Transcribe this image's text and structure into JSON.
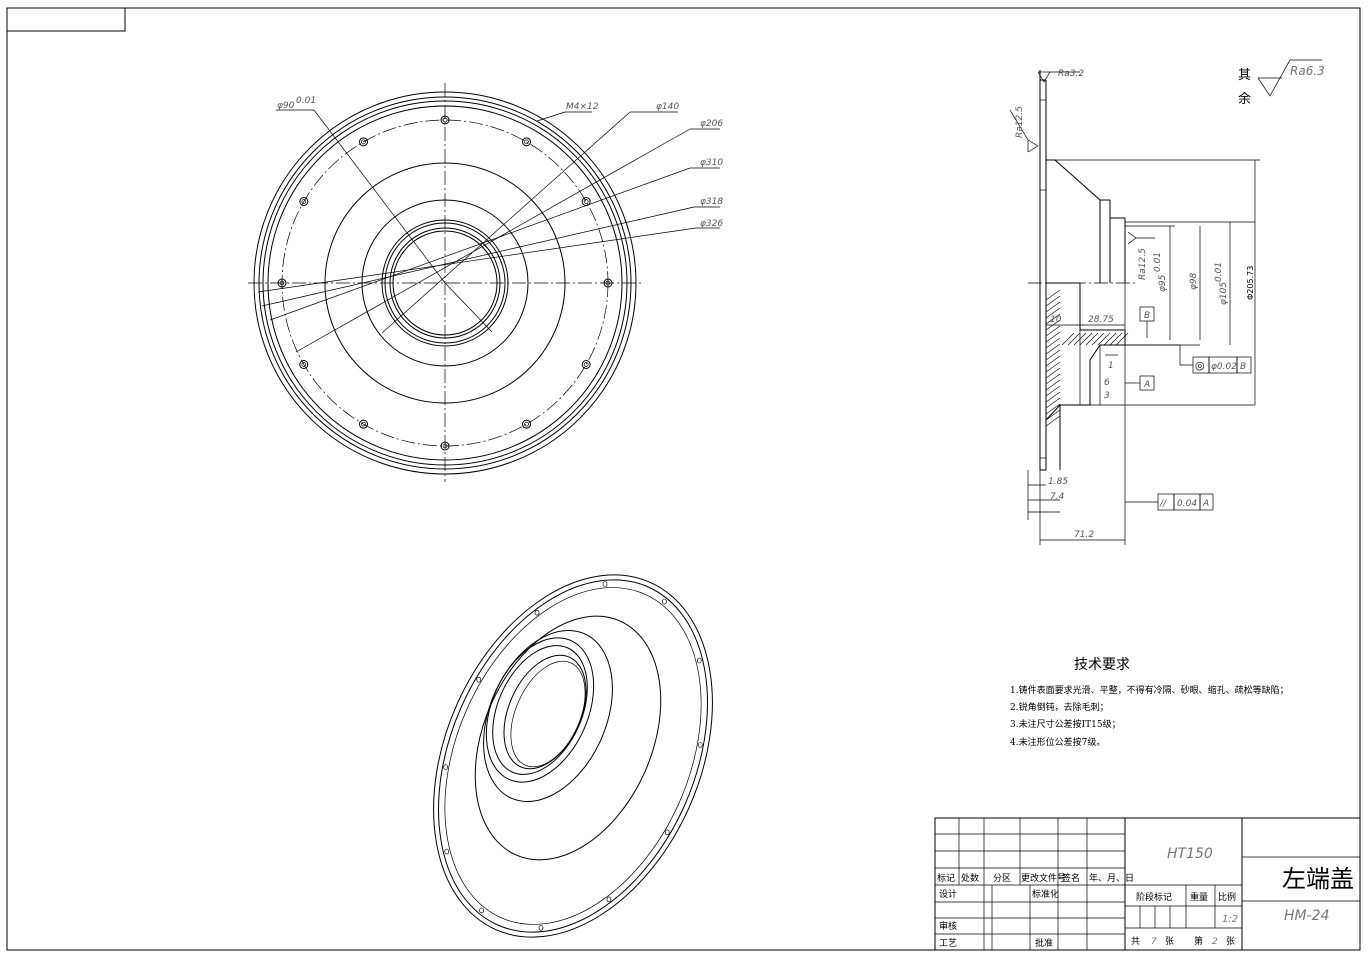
{
  "front_view": {
    "dims": {
      "d_pilot": "φ90",
      "d_pilot_tol": "0.01",
      "thread": "M4×12",
      "d140": "φ140",
      "d206": "φ206",
      "d310": "φ310",
      "d318": "φ318",
      "d326": "φ326"
    }
  },
  "section_view": {
    "roughness": {
      "top": "Ra3.2",
      "left": "Ra12.5",
      "bore": "Ra12.5"
    },
    "dims": {
      "d_bore": "φ95",
      "d_bore_tol": "0.01",
      "d98": "φ98",
      "d_spigot": "φ105",
      "d_spigot_tol": "0.01",
      "d_outer": "Φ205.73",
      "len_10": "10",
      "len_28": "28.75",
      "len_1": "1",
      "len_6": "6",
      "len_3": "3",
      "len_185": "1.85",
      "len_74": "7.4",
      "len_712": "71.2"
    },
    "datum_b": "B",
    "datum_a": "A",
    "tol_concentric": {
      "symbol": "◎",
      "value": "φ0.02",
      "datum": "B"
    },
    "tol_parallel": {
      "symbol": "//",
      "value": "0.04",
      "datum": "A"
    }
  },
  "rest_roughness": {
    "label_1": "其",
    "label_2": "余",
    "value": "Ra6.3"
  },
  "tech_requirements": {
    "title": "技术要求",
    "items": [
      "1.铸件表面要求光滑、平整，不得有冷隔、砂眼、缩孔、疏松等缺陷；",
      "2.锐角倒钝，去除毛刺；",
      "3.未注尺寸公差按IT15级；",
      "4.未注形位公差按7级。"
    ]
  },
  "title_block": {
    "material": "HT150",
    "part_name": "左端盖",
    "drawing_no": "HM-24",
    "scale": "1:2",
    "headers": [
      "标记",
      "处数",
      "分区",
      "更改文件号",
      "签名",
      "年、月、日"
    ],
    "design": "设计",
    "standardize": "标准化",
    "review": "审核",
    "process": "工艺",
    "approve": "批准",
    "stage_mark": "阶段标记",
    "weight": "重量",
    "scale_label": "比例",
    "total": "共",
    "total_num": "7",
    "sheet_unit": "张",
    "sheet_label": "第",
    "sheet_num": "2",
    "sheet_unit2": "张"
  }
}
